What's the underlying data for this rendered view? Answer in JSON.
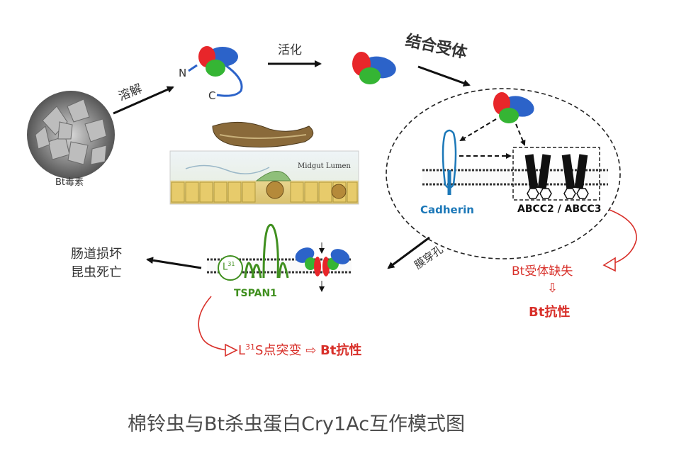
{
  "labels": {
    "dissolve": "溶解",
    "activate": "活化",
    "bind_receptor": "结合受体",
    "n_term": "N",
    "c_term": "C",
    "bt_toxin": "Bt毒素",
    "midgut": "Midgut Lumen",
    "cadherin": "Cadherin",
    "abcc": "ABCC2 / ABCC3",
    "pore": "膜穿孔",
    "damage_1": "肠道损坏",
    "damage_2": "昆虫死亡",
    "tspan": "TSPAN1",
    "l31": "L",
    "l31_sup": "31",
    "mutation_L": "L",
    "mutation_sup": "31",
    "mutation_rest": "S点突变",
    "mutation_arrow": "⇨",
    "resistance_1": "Bt抗性",
    "receptor_loss": "Bt受体缺失",
    "down_arrow": "⇩",
    "resistance_2": "Bt抗性",
    "caption": "棉铃虫与Bt杀虫蛋白Cry1Ac互作模式图"
  },
  "colors": {
    "red": "#e8262a",
    "green": "#35b534",
    "blue": "#2c63c9",
    "resistance_red": "#d8302a",
    "tspan_green": "#3f8f1e",
    "cadherin_blue": "#1c78b8"
  }
}
